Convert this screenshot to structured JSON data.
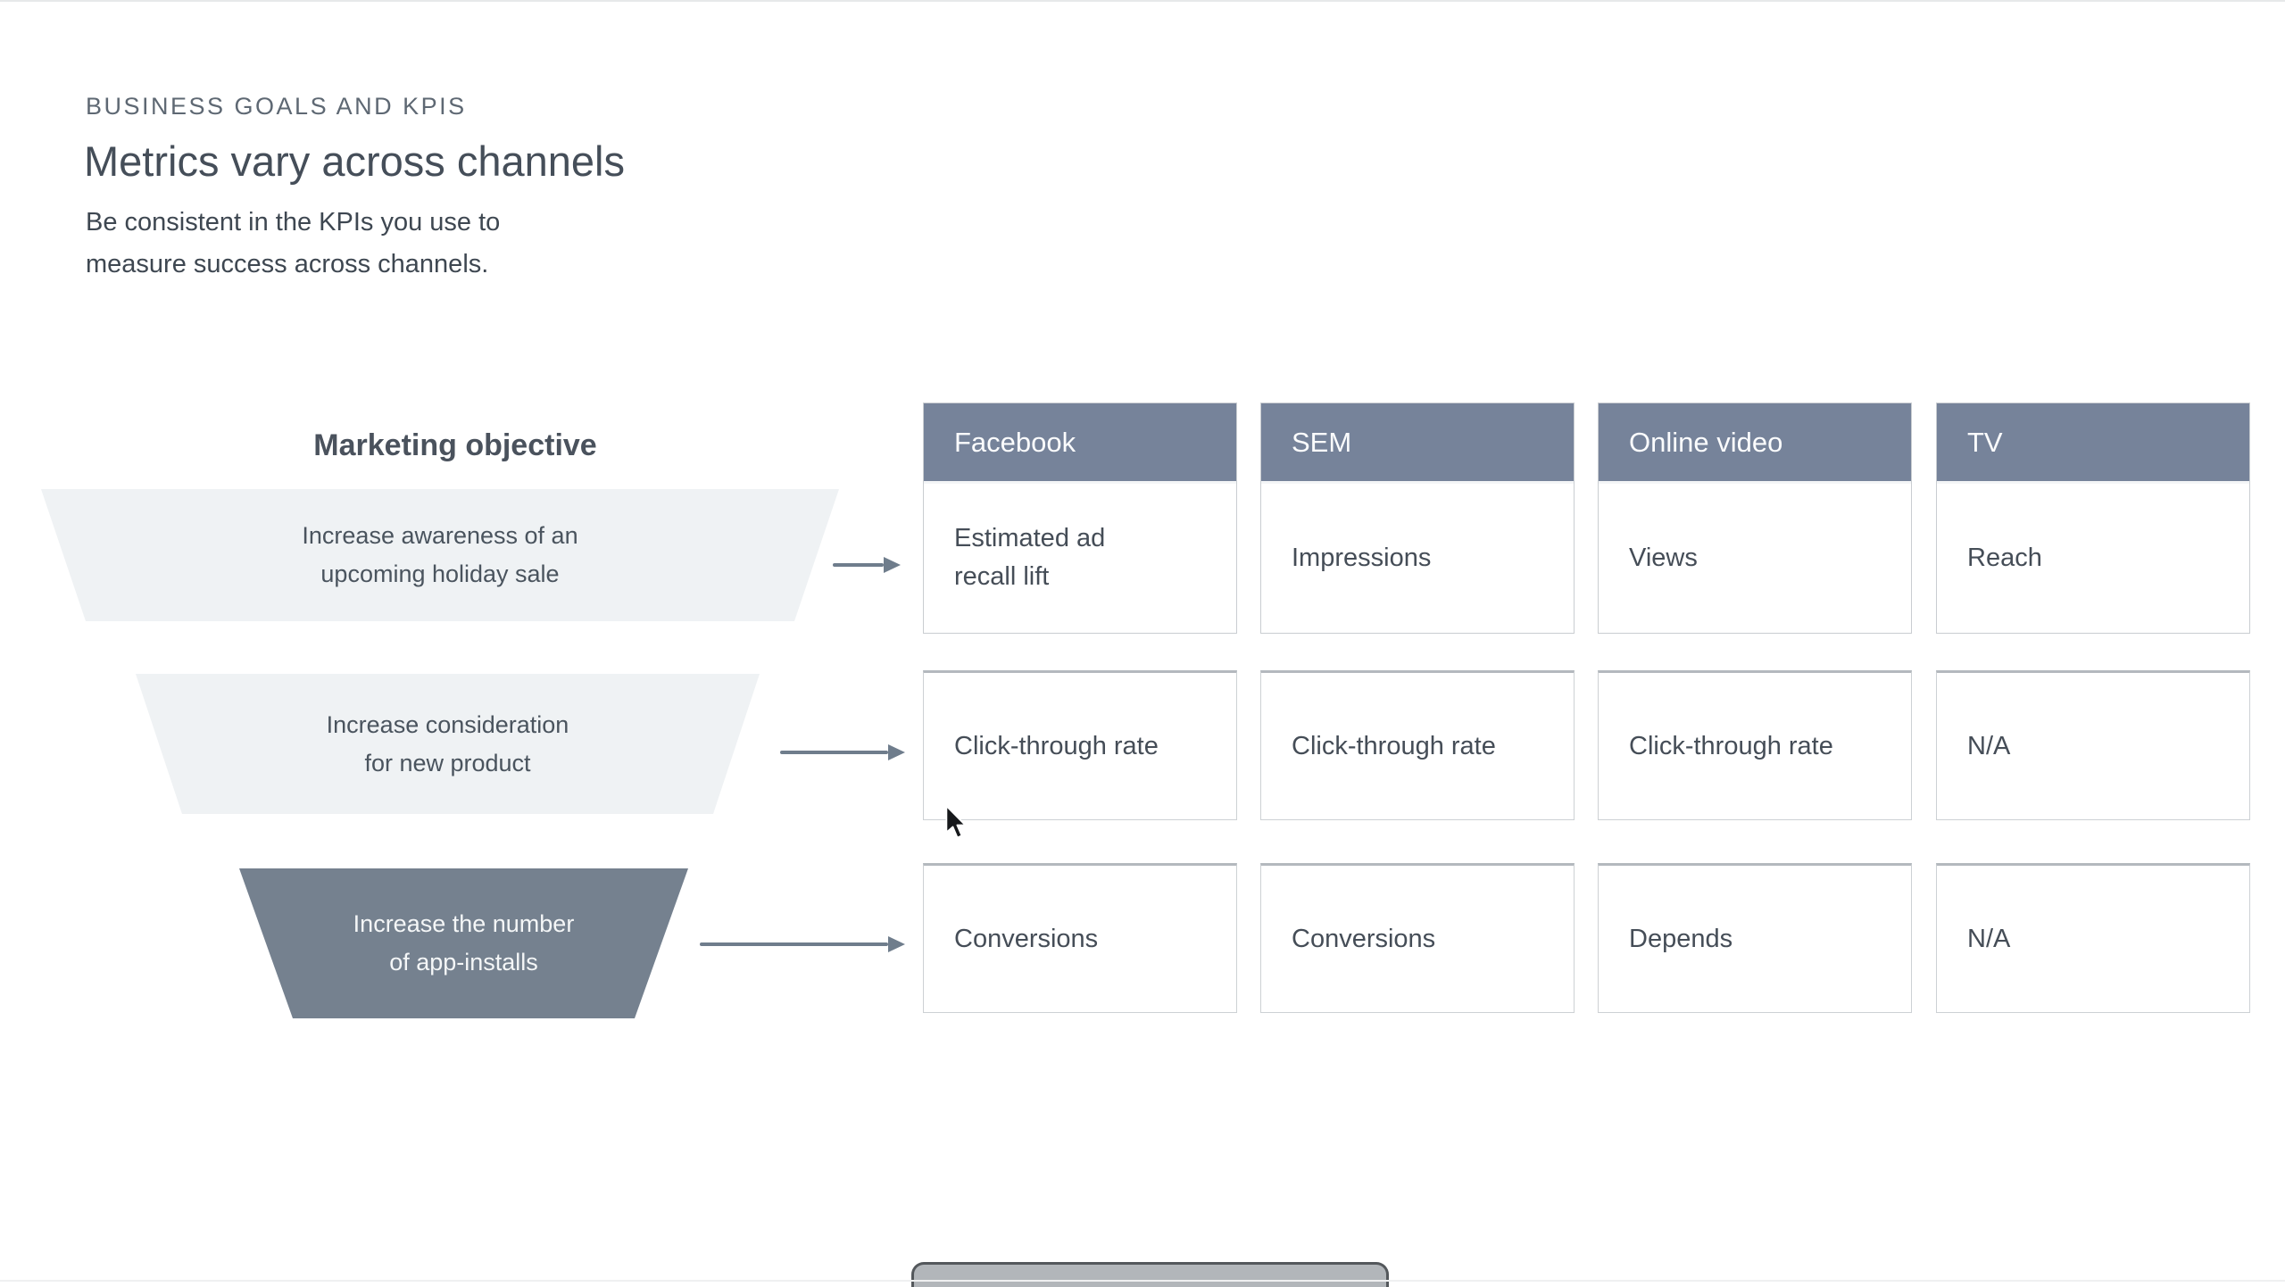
{
  "slide": {
    "kicker": "BUSINESS GOALS AND KPIS",
    "title": "Metrics vary across channels",
    "subtitle": "Be consistent in the KPIs you use to\nmeasure success across channels."
  },
  "funnel": {
    "heading": "Marketing objective",
    "stages": [
      {
        "label": "Increase awareness of an\nupcoming holiday sale",
        "variant": "light"
      },
      {
        "label": "Increase consideration\nfor new product",
        "variant": "light"
      },
      {
        "label": "Increase the number\nof app-installs",
        "variant": "dark"
      }
    ]
  },
  "table": {
    "columns": [
      "Facebook",
      "SEM",
      "Online video",
      "TV"
    ],
    "rows": [
      [
        "Estimated ad\nrecall lift",
        "Impressions",
        "Views",
        "Reach"
      ],
      [
        "Click-through rate",
        "Click-through rate",
        "Click-through rate",
        "N/A"
      ],
      [
        "Conversions",
        "Conversions",
        "Depends",
        "N/A"
      ]
    ]
  },
  "colors": {
    "column_header_bg": "#76839A",
    "funnel_dark_bg": "#75818F",
    "funnel_light_bg": "#EFF2F4",
    "arrow": "#6F7D8C",
    "text_dark": "#454D57",
    "scrubber_fill": "#B2B6BA",
    "scrubber_border": "#54585C"
  }
}
